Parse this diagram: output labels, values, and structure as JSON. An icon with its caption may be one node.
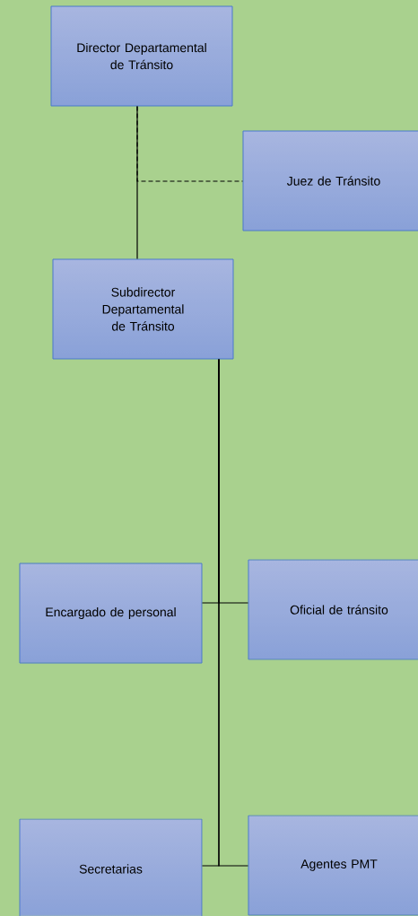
{
  "diagram": {
    "nodes": [
      {
        "text": [
          "Director Departamental de Tránsito"
        ]
      },
      {
        "text": [
          "Juez de Tránsito"
        ]
      },
      {
        "text": [
          "Subdirector Departamental de Tránsito"
        ]
      },
      {
        "text": [
          "Encargado de personal"
        ]
      },
      {
        "text": [
          "Oficial de tránsito"
        ]
      },
      {
        "text": [
          "Secretarias"
        ]
      },
      {
        "text": [
          "Agentes PMT"
        ]
      }
    ],
    "edges": [
      {
        "from": 0,
        "to": 2,
        "arrow": "none"
      },
      {
        "from": 0,
        "to": 1,
        "arrow": "none",
        "style": "dashed"
      },
      {
        "from": 2,
        "to": 3,
        "arrow": "none"
      },
      {
        "from": 2,
        "to": 4,
        "arrow": "none"
      },
      {
        "from": 2,
        "to": 5,
        "arrow": "none"
      },
      {
        "from": 2,
        "to": 6,
        "arrow": "none"
      }
    ]
  }
}
